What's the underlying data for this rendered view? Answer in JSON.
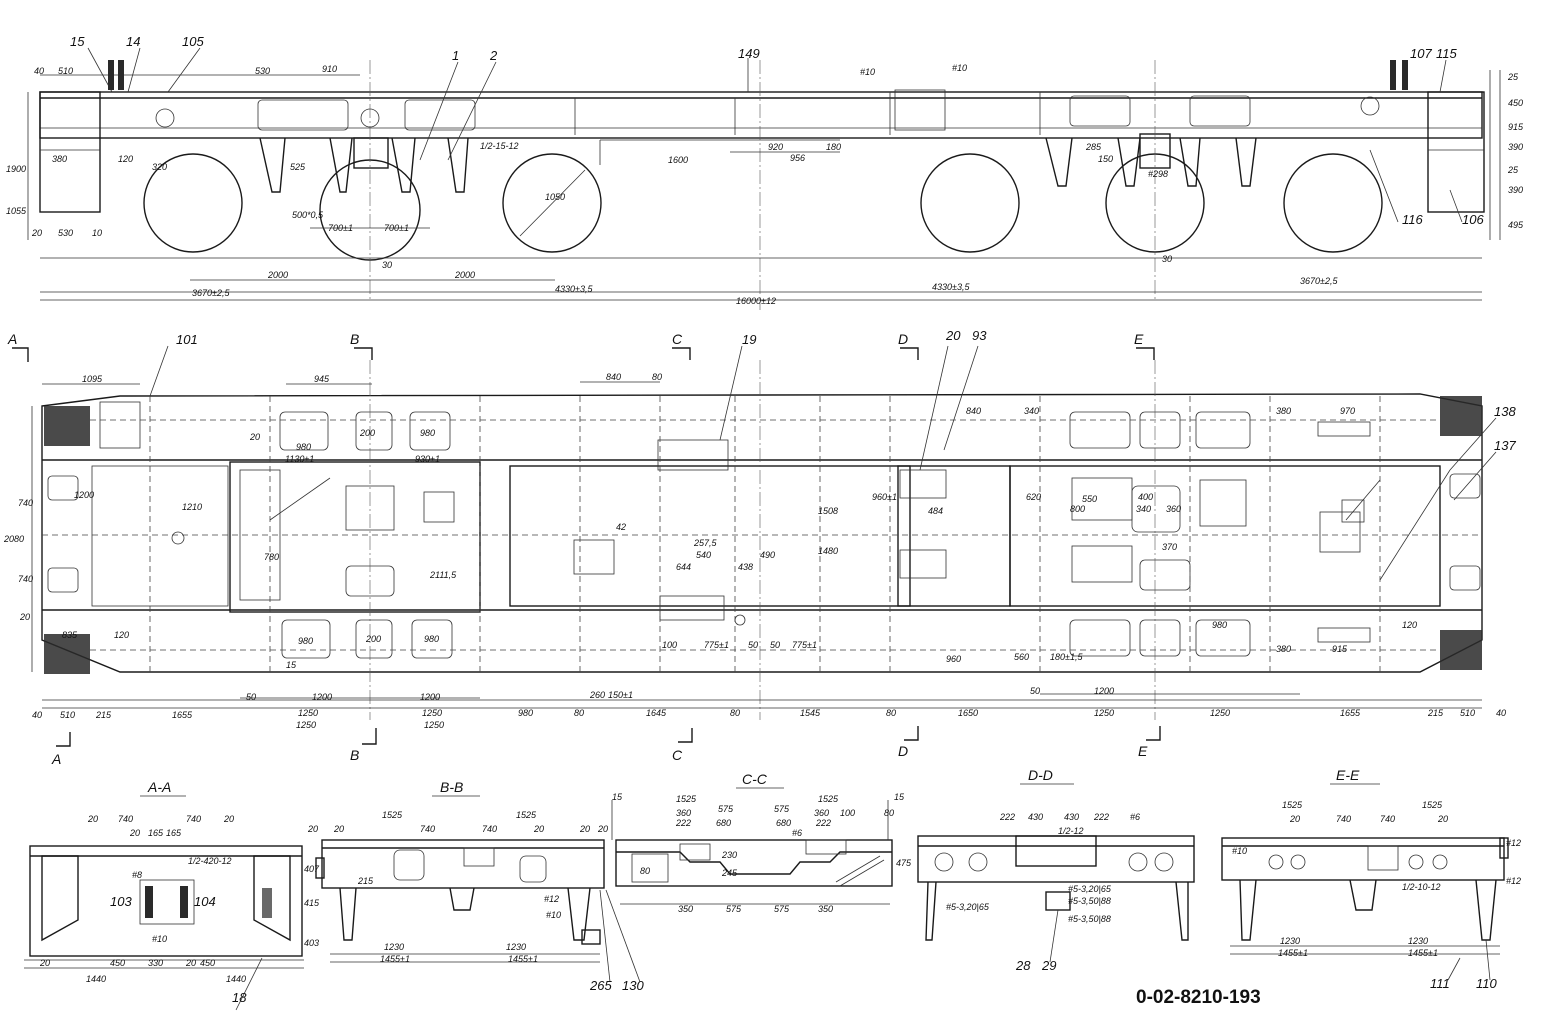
{
  "drawing_number": "0-02-8210-193",
  "part_refs": {
    "side": [
      "15",
      "14",
      "105",
      "1",
      "2",
      "149",
      "107",
      "115",
      "116",
      "106"
    ],
    "plan": [
      "101",
      "19",
      "20",
      "93",
      "138",
      "137"
    ],
    "sections": [
      "103",
      "104",
      "18",
      "265",
      "130",
      "28",
      "29",
      "111",
      "110"
    ]
  },
  "section_markers": [
    "A",
    "B",
    "C",
    "D",
    "E"
  ],
  "section_titles": [
    "A-A",
    "B-B",
    "C-C",
    "D-D",
    "E-E"
  ],
  "side_dims": {
    "top": [
      "40",
      "510",
      "530",
      "910",
      "1/2-15-12",
      "#10",
      "#10",
      "25",
      "450",
      "915"
    ],
    "middle": [
      "1600",
      "920",
      "956",
      "180",
      "525",
      "500*0,5",
      "700±1",
      "700±1",
      "285",
      "150",
      "#298",
      "390",
      "25",
      "390"
    ],
    "left": [
      "1900",
      "1055",
      "20",
      "530",
      "10",
      "380",
      "120",
      "320"
    ],
    "bottom": [
      "2000",
      "2000",
      "30",
      "30",
      "3670±2,5",
      "4330±3,5",
      "4330±3,5",
      "3670±2,5",
      "16000±12",
      "495"
    ],
    "wheel": "1050"
  },
  "plan_dims": {
    "top": [
      "1095",
      "945",
      "840",
      "80",
      "840",
      "340",
      "380",
      "970"
    ],
    "interior": [
      "980",
      "20",
      "200",
      "980",
      "1130±1",
      "930±1",
      "1210",
      "1200",
      "1508",
      "1480",
      "960±1",
      "484",
      "620",
      "550",
      "400",
      "340",
      "360",
      "800",
      "370",
      "644",
      "540",
      "490",
      "438",
      "257,5",
      "2111,5",
      "780",
      "42"
    ],
    "left": [
      "740",
      "2080",
      "740",
      "20",
      "835",
      "120"
    ],
    "lower": [
      "980",
      "200",
      "980",
      "775±1",
      "100",
      "50",
      "50",
      "775±1",
      "960",
      "560",
      "980",
      "380",
      "915",
      "120",
      "180±1,5",
      "15"
    ],
    "bottom1": [
      "50",
      "1200",
      "1200",
      "260",
      "150±1",
      "1200",
      "1250",
      "1250",
      "50"
    ],
    "bottom2": [
      "40",
      "510",
      "215",
      "1655",
      "1250",
      "1250",
      "980",
      "80",
      "1645",
      "80",
      "1545",
      "80",
      "1650",
      "1250",
      "1250",
      "1655",
      "215",
      "510",
      "40"
    ]
  },
  "section_dims": {
    "aa": [
      "20",
      "740",
      "20",
      "165",
      "165",
      "740",
      "20",
      "1440",
      "20",
      "450",
      "330",
      "20",
      "450",
      "1440",
      "1/2-420-12",
      "#8",
      "#10",
      "415",
      "403",
      "407"
    ],
    "bb": [
      "20",
      "1525",
      "20",
      "740",
      "740",
      "20",
      "1525",
      "20",
      "20",
      "1230",
      "1230",
      "1455±1",
      "1455±1",
      "215",
      "#12",
      "#10"
    ],
    "cc": [
      "15",
      "1525",
      "575",
      "575",
      "1525",
      "15",
      "360",
      "222",
      "680",
      "680",
      "222",
      "360",
      "100",
      "80",
      "350",
      "575",
      "575",
      "350",
      "230",
      "245",
      "80",
      "475",
      "#6"
    ],
    "dd": [
      "222",
      "430",
      "430",
      "222",
      "#6",
      "1/2-12",
      "#5-3,20|65",
      "#5-3,50|88",
      "#5-3,20|65",
      "#5-3,50|88"
    ],
    "ee": [
      "1525",
      "20",
      "740",
      "740",
      "1525",
      "20",
      "#10",
      "#12",
      "1230",
      "1230",
      "1455±1",
      "1455±1",
      "1/2-10-12",
      "#12"
    ]
  }
}
